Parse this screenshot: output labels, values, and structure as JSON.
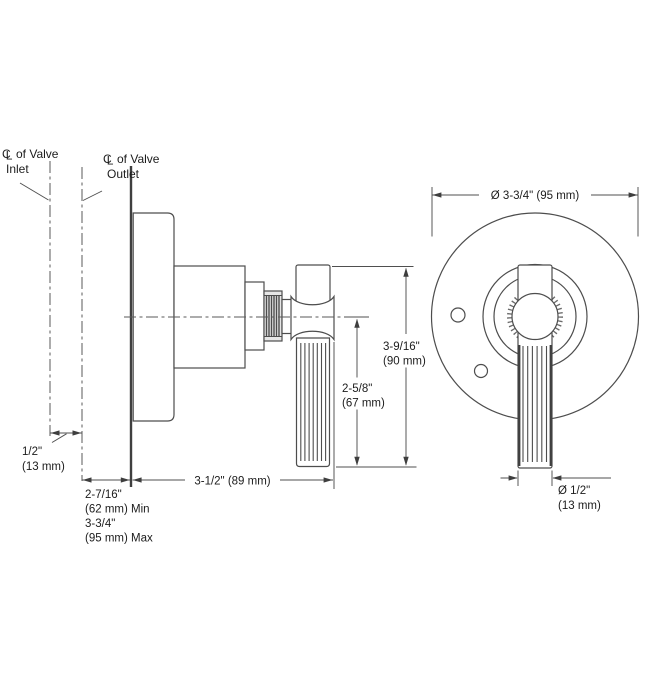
{
  "views": {
    "side": {
      "labels": {
        "cl_symbol_c": "C",
        "cl_symbol_l": "L",
        "inlet_suffix": "of Valve",
        "inlet_line2": "Inlet",
        "outlet_suffix": "of Valve",
        "outlet_line2": "Outlet"
      },
      "dims": {
        "cl_offset_in": "1/2\"",
        "cl_offset_mm": "(13 mm)",
        "wall_min_in": "2-7/16\"",
        "wall_min_mm": "(62 mm) Min",
        "wall_max_in": "3-3/4\"",
        "wall_max_mm": "(95 mm) Max",
        "depth": "3-1/2\" (89 mm)",
        "below_cl_in": "2-5/8\"",
        "below_cl_mm": "(67 mm)",
        "overall_in": "3-9/16\"",
        "overall_mm": "(90 mm)"
      }
    },
    "front": {
      "dims": {
        "plate_dia": "Ø 3-3/4\" (95 mm)",
        "stem_dia_in": "Ø 1/2\"",
        "stem_dia_mm": "(13 mm)"
      }
    }
  },
  "colors": {
    "line": "#4d4d4d",
    "text": "#1c1c1c",
    "background": "#ffffff"
  }
}
